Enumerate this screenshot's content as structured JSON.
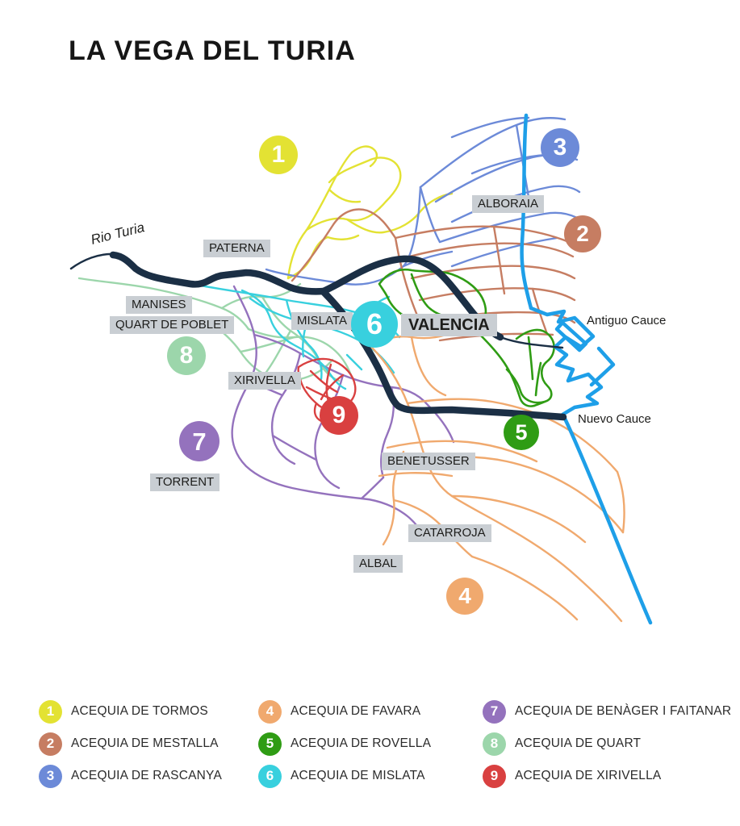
{
  "title": "LA VEGA DEL TURIA",
  "map": {
    "river_label": "Rio Turia",
    "antiguo_cauce_label": "Antiguo Cauce",
    "nuevo_cauce_label": "Nuevo Cauce",
    "towns": [
      {
        "name": "PATERNA"
      },
      {
        "name": "ALBORAIA"
      },
      {
        "name": "MANISES"
      },
      {
        "name": "QUART DE POBLET"
      },
      {
        "name": "MISLATA"
      },
      {
        "name": "VALENCIA"
      },
      {
        "name": "XIRIVELLA"
      },
      {
        "name": "TORRENT"
      },
      {
        "name": "BENETUSSER"
      },
      {
        "name": "CATARROJA"
      },
      {
        "name": "ALBAL"
      }
    ]
  },
  "acequias": [
    {
      "number": "1",
      "name": "ACEQUIA DE TORMOS",
      "color": "#e3e233"
    },
    {
      "number": "2",
      "name": "ACEQUIA DE MESTALLA",
      "color": "#c67d62"
    },
    {
      "number": "3",
      "name": "ACEQUIA DE RASCANYA",
      "color": "#6c8ad8"
    },
    {
      "number": "4",
      "name": "ACEQUIA DE FAVARA",
      "color": "#f0a96e"
    },
    {
      "number": "5",
      "name": "ACEQUIA DE ROVELLA",
      "color": "#2f9c14"
    },
    {
      "number": "6",
      "name": "ACEQUIA DE MISLATA",
      "color": "#38d0de"
    },
    {
      "number": "7",
      "name": "ACEQUIA DE BENÀGER I FAITANAR",
      "color": "#9472bd"
    },
    {
      "number": "8",
      "name": "ACEQUIA DE QUART",
      "color": "#9cd6ab"
    },
    {
      "number": "9",
      "name": "ACEQUIA DE XIRIVELLA",
      "color": "#d94040"
    }
  ],
  "colors": {
    "river": "#1b2f45",
    "coast": "#1e9fe8",
    "label_bg": "#c9ced3",
    "text": "#1d1d1b"
  }
}
